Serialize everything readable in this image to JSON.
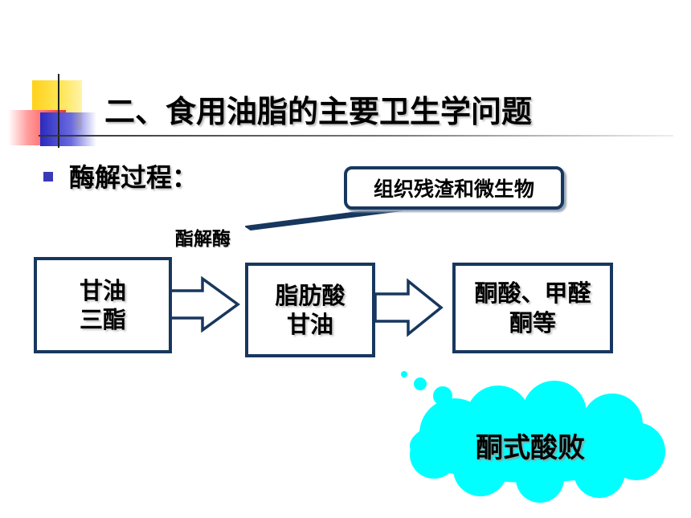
{
  "slide": {
    "title": "二、食用油脂的主要卫生学问题",
    "bullet": "酶解过程："
  },
  "callout": {
    "label": "组织残渣和微生物",
    "enzyme": "酯解酶"
  },
  "flow": {
    "steps": [
      {
        "label": "甘油\n三酯"
      },
      {
        "label": "脂肪酸\n甘油"
      },
      {
        "label": "酮酸、甲醛\n酮等"
      }
    ]
  },
  "cloud": {
    "label": "酮式酸败"
  },
  "colors": {
    "box_border": "#17375e",
    "cloud_fill": "#00ffff",
    "bullet": "#3a3ab8",
    "accent_yellow": "#ffd21a",
    "accent_red": "#ff3030"
  }
}
